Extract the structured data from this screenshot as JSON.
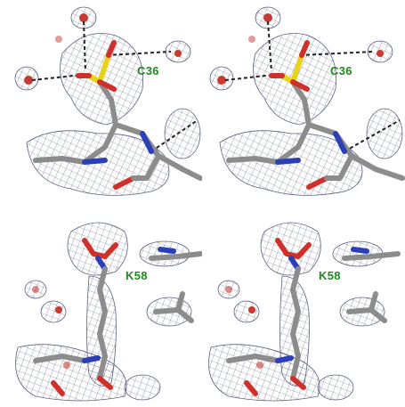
{
  "panels": [
    {
      "label": "C36"
    },
    {
      "label": "C36"
    },
    {
      "label": "K58"
    },
    {
      "label": "K58"
    }
  ],
  "colors": {
    "mesh": "#4a5272",
    "carbon": "#8c8c8c",
    "oxygen": "#d0302a",
    "nitrogen": "#2a3fb8",
    "sulfur": "#e8d21a",
    "water": "#c63a32",
    "hbond": "#222222",
    "label": "#1f8a1f"
  }
}
